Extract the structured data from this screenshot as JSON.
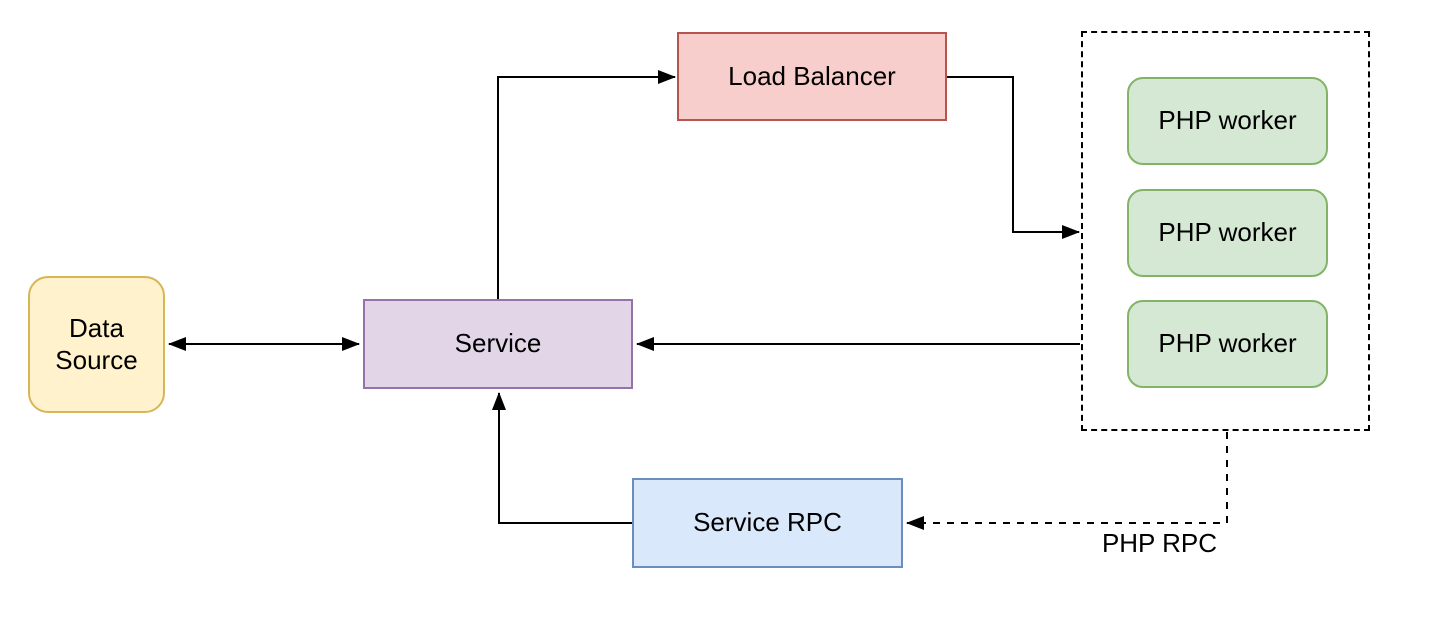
{
  "nodes": {
    "data_source": {
      "label": "Data Source",
      "fill": "#fff2cc",
      "stroke": "#d6b656"
    },
    "service": {
      "label": "Service",
      "fill": "#e1d5e7",
      "stroke": "#9673a6"
    },
    "load_balancer": {
      "label": "Load Balancer",
      "fill": "#f8cecc",
      "stroke": "#b85450"
    },
    "php_worker": {
      "label": "PHP worker",
      "fill": "#d5e8d4",
      "stroke": "#82b366"
    },
    "service_rpc": {
      "label": "Service RPC",
      "fill": "#dae8fc",
      "stroke": "#6c8ebf"
    }
  },
  "groups": {
    "php_workers": {
      "style": "dashed",
      "worker_count": 3
    }
  },
  "edges": [
    {
      "from": "Data Source",
      "to": "Service",
      "direction": "bidirectional",
      "style": "solid",
      "label": ""
    },
    {
      "from": "Service",
      "to": "Load Balancer",
      "direction": "forward",
      "style": "solid",
      "label": ""
    },
    {
      "from": "Load Balancer",
      "to": "PHP workers group",
      "direction": "forward",
      "style": "solid",
      "label": ""
    },
    {
      "from": "PHP workers group",
      "to": "Service",
      "direction": "forward",
      "style": "solid",
      "label": ""
    },
    {
      "from": "Service RPC",
      "to": "Service",
      "direction": "forward",
      "style": "solid",
      "label": ""
    },
    {
      "from": "PHP workers group",
      "to": "Service RPC",
      "direction": "forward",
      "style": "dashed",
      "label": "PHP RPC"
    }
  ],
  "colors": {
    "line": "#000000",
    "text": "#000000",
    "background": "#ffffff"
  }
}
